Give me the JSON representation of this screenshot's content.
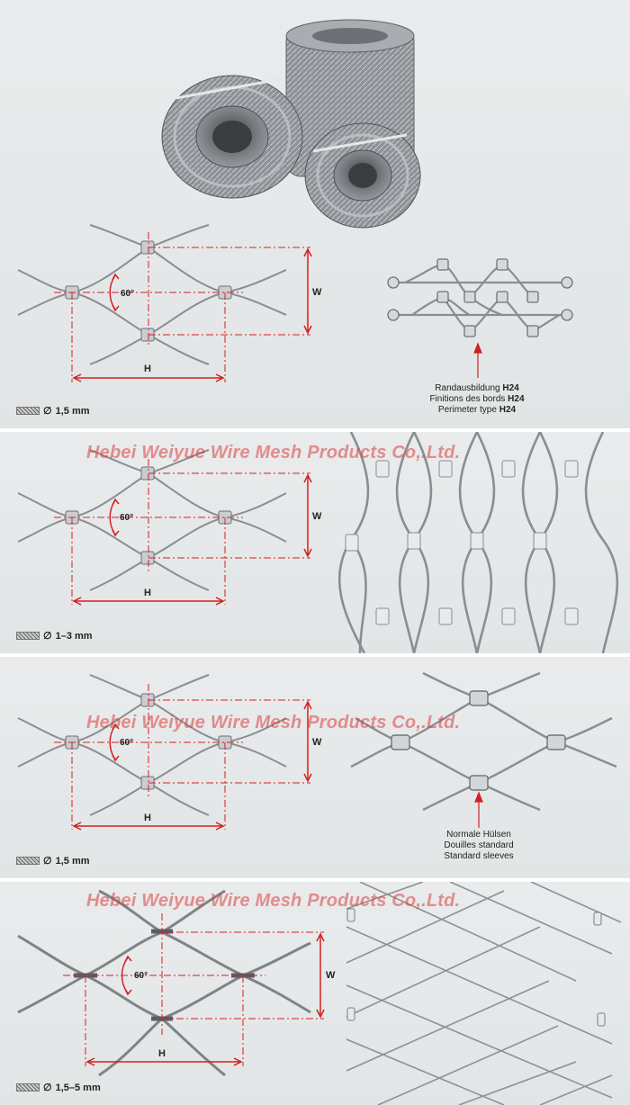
{
  "watermark": "Hebei Weiyue Wire Mesh Products Co,.Ltd.",
  "labels": {
    "width": "W",
    "height": "H",
    "angle": "60°",
    "diameter_symbol": "∅"
  },
  "panels": [
    {
      "diameter": "1,5 mm",
      "edge": {
        "line1": "Randausbildung ",
        "line1_bold": "H24",
        "line2": "Finitions des bords ",
        "line2_bold": "H24",
        "line3": "Perimeter type ",
        "line3_bold": "H24"
      }
    },
    {
      "diameter": "1–3 mm"
    },
    {
      "diameter": "1,5 mm",
      "sleeves": {
        "line1": "Normale Hülsen",
        "line2": "Douilles standard",
        "line3": "Standard sleeves"
      }
    },
    {
      "diameter": "1,5–5 mm"
    }
  ],
  "colors": {
    "panel_bg": "#e6e8e9",
    "wire": "#8a8e92",
    "dimension": "#d42020",
    "sleeve": "#c9ccd0"
  }
}
